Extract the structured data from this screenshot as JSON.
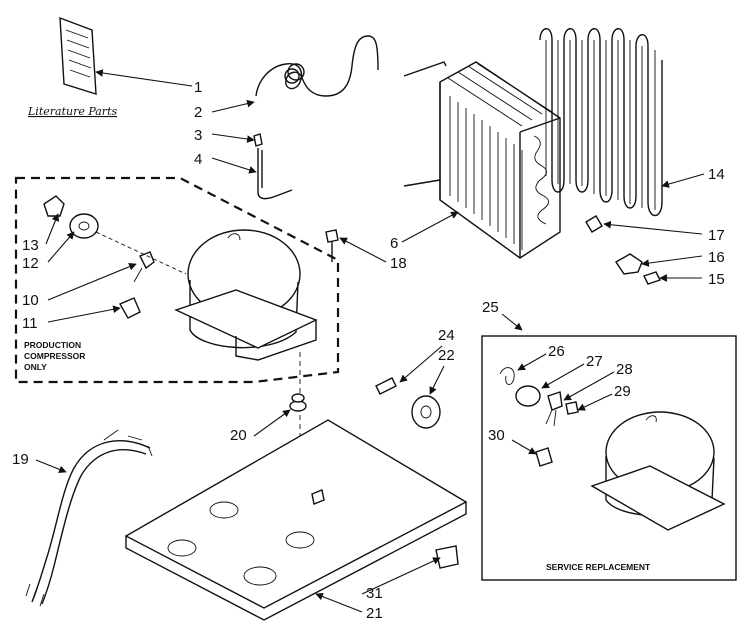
{
  "labels": {
    "literature": "Literature Parts",
    "production_1": "PRODUCTION",
    "production_2": "COMPRESSOR",
    "production_3": "ONLY",
    "service": "SERVICE REPLACEMENT"
  },
  "callouts": [
    "1",
    "2",
    "3",
    "4",
    "6",
    "10",
    "11",
    "12",
    "13",
    "14",
    "15",
    "16",
    "17",
    "18",
    "19",
    "20",
    "21",
    "22",
    "24",
    "25",
    "26",
    "27",
    "28",
    "29",
    "30",
    "31"
  ]
}
